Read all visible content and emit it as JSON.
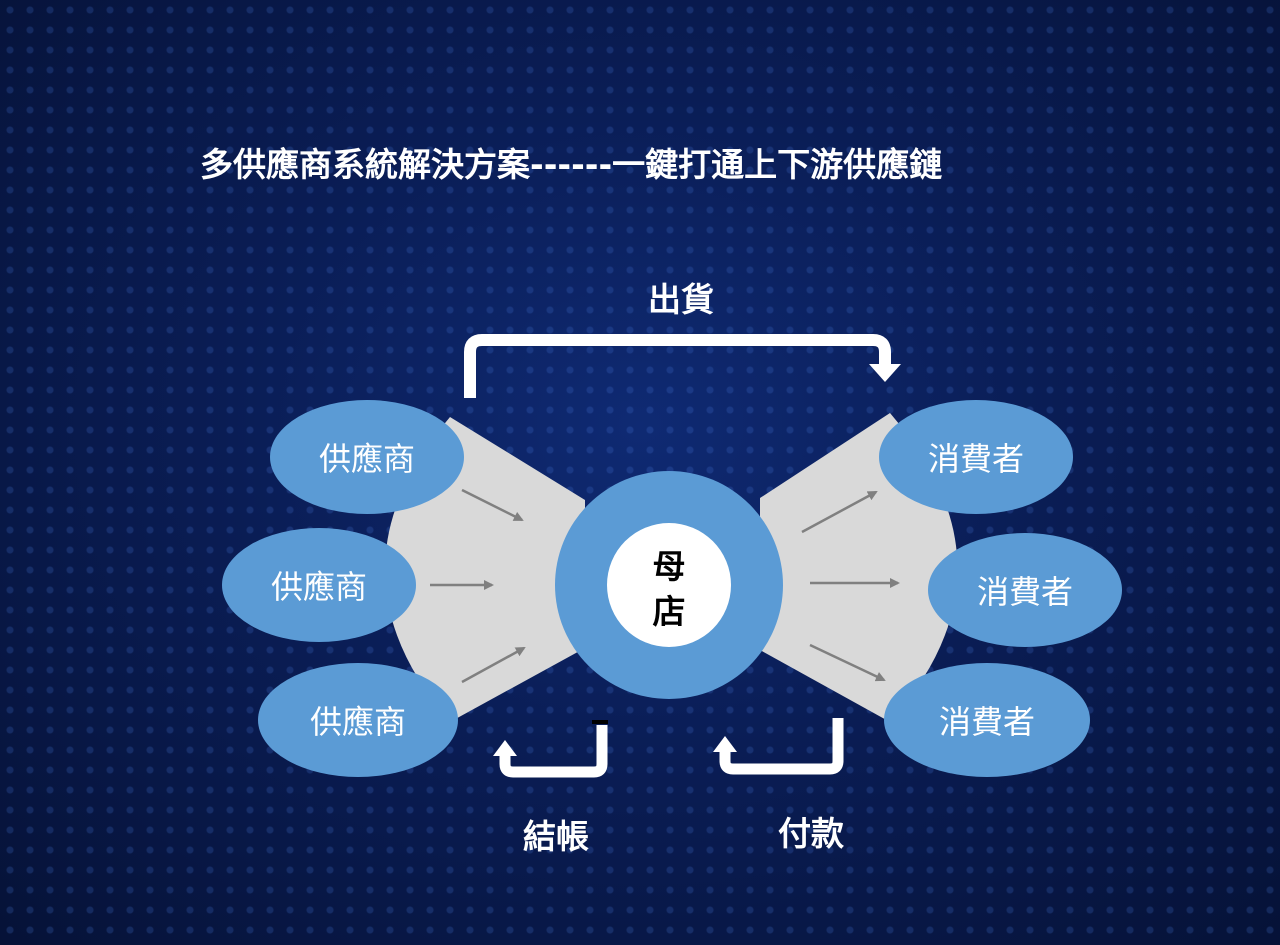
{
  "title": "多供應商系統解決方案------一鍵打通上下游供應鏈",
  "center": {
    "line1": "母",
    "line2": "店"
  },
  "suppliers": [
    "供應商",
    "供應商",
    "供應商"
  ],
  "consumers": [
    "消費者",
    "消費者",
    "消費者"
  ],
  "flows": {
    "ship": "出貨",
    "checkout": "結帳",
    "pay": "付款"
  },
  "colors": {
    "background": "#0a1d55",
    "node_fill": "#5b9bd5",
    "funnel": "#d9d9d9",
    "arrow": "#808080",
    "flow_arrow": "#ffffff"
  }
}
